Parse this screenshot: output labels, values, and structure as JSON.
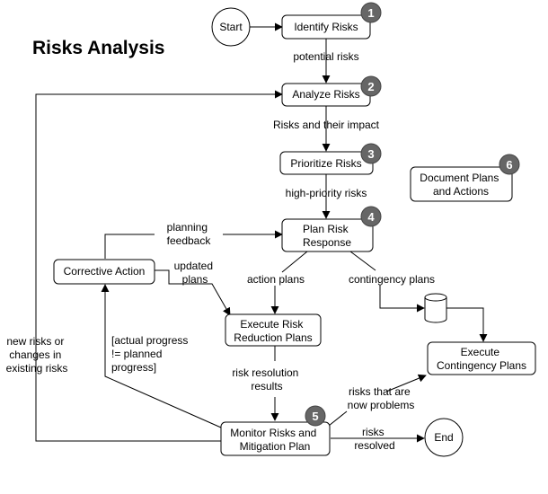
{
  "title": "Risks Analysis",
  "colors": {
    "badge": "#666666",
    "stroke": "#000000",
    "background": "#ffffff"
  },
  "nodes": {
    "start": "Start",
    "end": "End",
    "identify": "Identify Risks",
    "analyze": "Analyze Risks",
    "prioritize": "Prioritize Risks",
    "plan": [
      "Plan Risk",
      "Response"
    ],
    "document": [
      "Document Plans",
      "and Actions"
    ],
    "corrective": "Corrective Action",
    "execute_reduction": [
      "Execute Risk",
      "Reduction Plans"
    ],
    "execute_contingency": [
      "Execute",
      "Contingency Plans"
    ],
    "monitor": [
      "Monitor Risks and",
      "Mitigation Plan"
    ]
  },
  "badges": [
    "1",
    "2",
    "3",
    "4",
    "5",
    "6"
  ],
  "edges": {
    "potential_risks": "potential risks",
    "risks_impact": "Risks and their impact",
    "high_priority": "high-priority risks",
    "planning_feedback": [
      "planning",
      "feedback"
    ],
    "updated_plans": [
      "updated",
      "plans"
    ],
    "action_plans": "action plans",
    "contingency_plans": "contingency plans",
    "actual_progress": [
      "[actual progress",
      "!= planned",
      "progress]"
    ],
    "new_risks": [
      "new risks or",
      "changes in",
      "existing risks"
    ],
    "risk_resolution": [
      "risk resolution",
      "results"
    ],
    "now_problems": [
      "risks that are",
      "now problems"
    ],
    "risks_resolved": [
      "risks",
      "resolved"
    ]
  }
}
